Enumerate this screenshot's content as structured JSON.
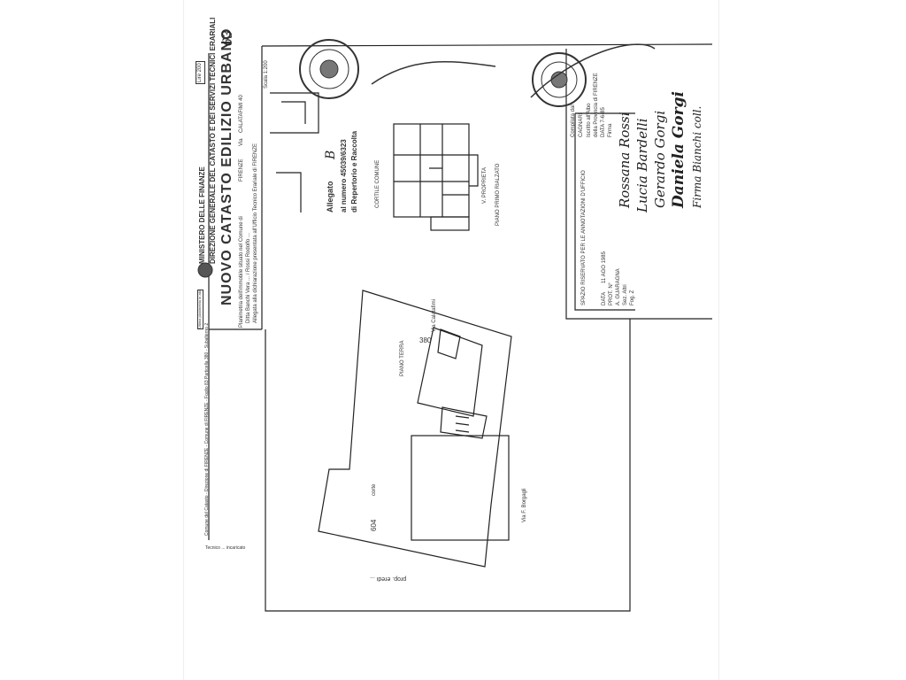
{
  "header": {
    "ministry": "MINISTERO DELLE FINANZE",
    "directorate": "DIREZIONE GENERALE DEL CATASTO E DEI SERVIZI TECNICI ERARIALI",
    "title": "NUOVO CATASTO EDILIZIO URBANO",
    "form_code": "Lire 200",
    "sheet_number": "63",
    "municipality_label": "Planimetria dell'immobile situato nel Comune di",
    "municipality": "FIRENZE",
    "street_label": "Via",
    "street": "CALATAFIMI 40",
    "scale": "Scala 1:200",
    "owner_line": "Ditta Banchi Vera ... / Rossi Rodolfo ...",
    "attachment_line": "Allegata alla dichiarazione presentata all'Ufficio Tecnico Erariale di FIRENZE"
  },
  "annex": {
    "label": "Allegato",
    "letter": "B",
    "repertorio": "al numero 45039/6323",
    "registry": "di Repertorio e Raccolta"
  },
  "plan_labels": {
    "first_floor": "PIANO PRIMO RIALZATO",
    "ground_floor": "PIANO TERRA",
    "street_top": "Via Calatafimi",
    "street_right": "Via F. Borgagli",
    "street_bottom": "prop. eredi ...",
    "courtyard": "corte",
    "number_380": "380",
    "number_604": "604",
    "courtyard_small": "CORTILE COMUNE",
    "proprieta": "V. PROPRIETA"
  },
  "office_box": {
    "title": "SPAZIO RISERVATO PER LE ANNOTAZIONI D'UFFICIO",
    "date_label": "DATA",
    "date": "11 AGO 1985",
    "prot_label": "PROT. N°",
    "lines": [
      "A. GUARAGNA",
      "Sez. Altri",
      "Fog. Z"
    ]
  },
  "compiler": {
    "label": "Compilata dal",
    "name": "CAGNARI",
    "lines": [
      "Iscritto all'Albo",
      "della Provincia di FIRENZE",
      "DATA 7-6-85",
      "Firma"
    ]
  },
  "signatures": [
    "Rossana Rossi",
    "Lucia Bardelli",
    "Gerardo Gorgi",
    "Daniela Gorgi",
    "Firma Bianchi coll."
  ],
  "footer": {
    "side_note": "Comune del Catasto - Direzione di FIRENZE - Comune di FIRENZE - Foglio 83 Particella 380 - Subalterno 2",
    "bottom_note": "Tecnico ... incaricato",
    "small_box": "Ultima planimetria in atti"
  },
  "colors": {
    "paper": "#ffffff",
    "ink": "#222222"
  }
}
